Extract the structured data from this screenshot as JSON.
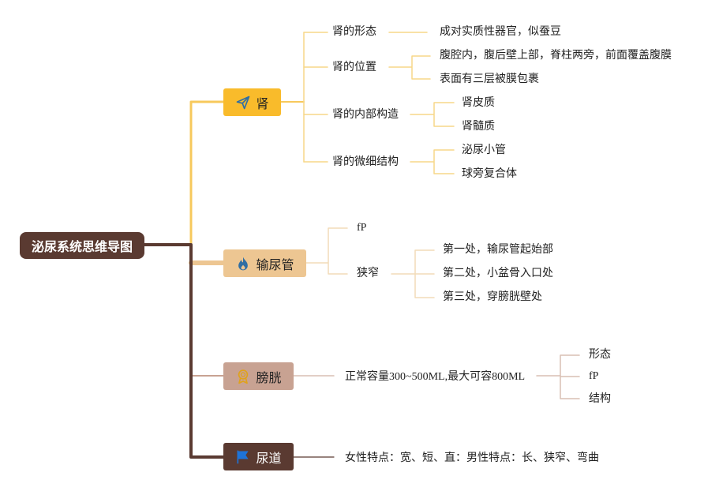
{
  "root": {
    "label": "泌尿系统思维导图"
  },
  "branches": {
    "kidney": {
      "label": "肾",
      "icon": "paper-plane-icon",
      "color": "#f9bb2b",
      "items": {
        "shape": {
          "label": "肾的形态",
          "detail": "成对实质性器官，似蚕豆"
        },
        "position": {
          "label": "肾的位置",
          "detail1": "腹腔内，腹后壁上部，脊柱两旁，前面覆盖腹膜",
          "detail2": "表面有三层被膜包裹"
        },
        "internal": {
          "label": "肾的内部构造",
          "detail1": "肾皮质",
          "detail2": "肾髓质"
        },
        "micro": {
          "label": "肾的微细结构",
          "detail1": "泌尿小管",
          "detail2": "球旁复合体"
        }
      }
    },
    "ureter": {
      "label": "输尿管",
      "icon": "flame-icon",
      "color": "#edc692",
      "items": {
        "fp": {
          "label": "fP"
        },
        "narrow": {
          "label": "狭窄",
          "detail1": "第一处，输尿管起始部",
          "detail2": "第二处，小盆骨入口处",
          "detail3": "第三处，穿膀胱壁处"
        }
      }
    },
    "bladder": {
      "label": "膀胱",
      "icon": "award-badge-icon",
      "color": "#c8a292",
      "items": {
        "capacity": {
          "label": "正常容量300~500ML,最大可容800ML",
          "detail1": "形态",
          "detail2": "fP",
          "detail3": "结构"
        }
      }
    },
    "urethra": {
      "label": "尿道",
      "icon": "flag-icon",
      "color": "#5a3a31",
      "items": {
        "features": {
          "label": "女性特点：宽、短、直：男性特点：长、狭窄、弯曲"
        }
      }
    }
  }
}
